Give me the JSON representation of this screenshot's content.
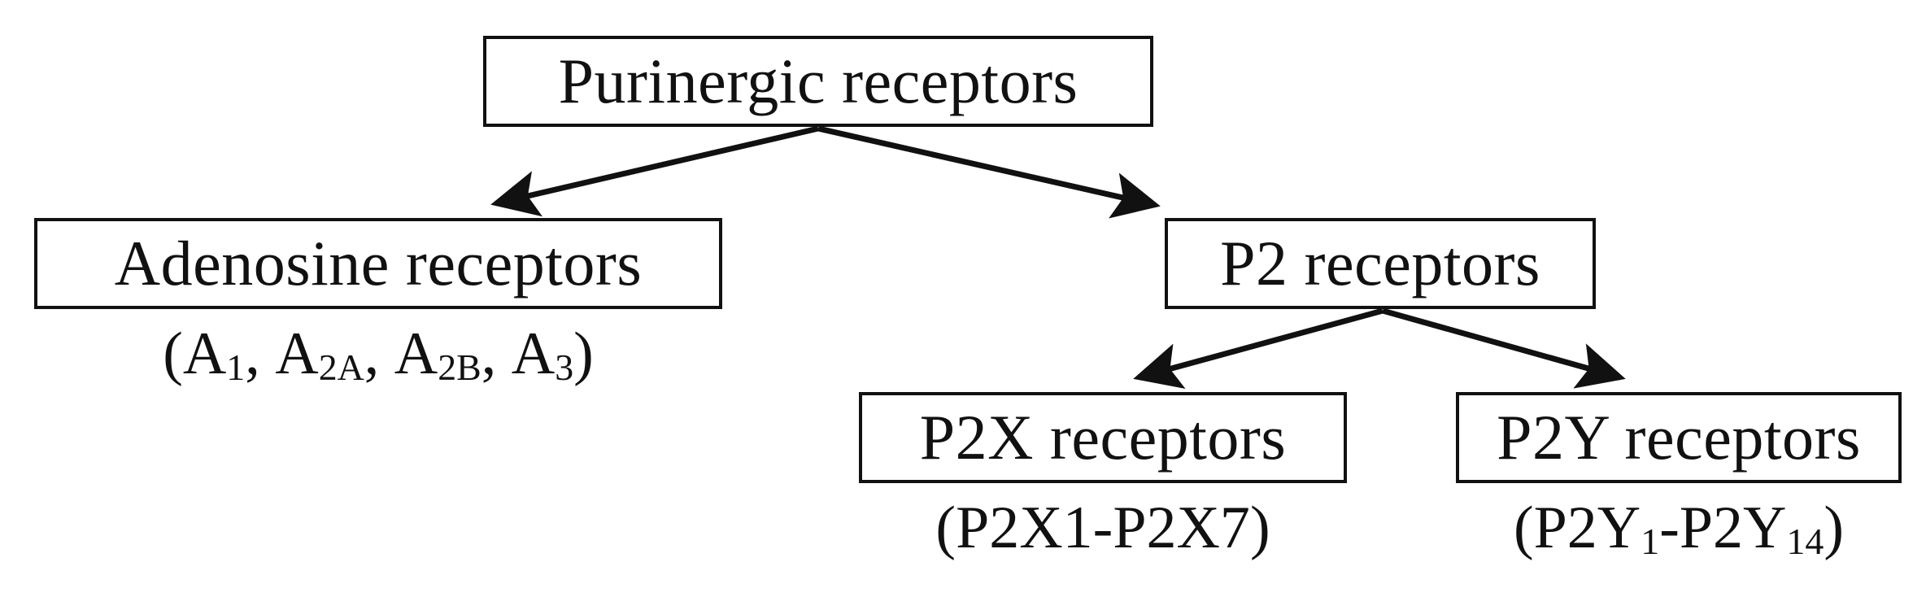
{
  "diagram": {
    "type": "hierarchy-tree",
    "title": "Purinergic receptors classification",
    "background_color": "#ffffff",
    "line_color": "#111111",
    "box_border_color": "#111111",
    "box_fill_color": "#ffffff",
    "text_color": "#111111"
  },
  "nodes": {
    "purinergic": {
      "label": "Purinergic receptors"
    },
    "adenosine": {
      "label": "Adenosine receptors",
      "sublabel_prefix": "(A",
      "subtypes": [
        {
          "base": "A",
          "sub": "1"
        },
        {
          "base": "A",
          "sub": "2A"
        },
        {
          "base": "A",
          "sub": "2B"
        },
        {
          "base": "A",
          "sub": "3"
        }
      ],
      "sublabel_text": "(A1, A2A, A2B, A3)"
    },
    "p2": {
      "label": "P2 receptors"
    },
    "p2x": {
      "label": "P2X receptors",
      "sublabel_open": "(",
      "range_start": "P2X1",
      "range_dash": "-",
      "range_end": "P2X7",
      "sublabel_close": ")",
      "sublabel_text": "(P2X1-P2X7)"
    },
    "p2y": {
      "label": "P2Y receptors",
      "sublabel_open": "(",
      "range_start_base": "P2Y",
      "range_start_sub": "1",
      "range_dash": "-",
      "range_end_base": "P2Y",
      "range_end_sub": "14",
      "sublabel_close": ")",
      "sublabel_text": "(P2Y1-P2Y14)"
    }
  },
  "edges": [
    {
      "from": "purinergic",
      "to": "adenosine",
      "arrow": "filled-triangle"
    },
    {
      "from": "purinergic",
      "to": "p2",
      "arrow": "filled-triangle"
    },
    {
      "from": "p2",
      "to": "p2x",
      "arrow": "filled-triangle"
    },
    {
      "from": "p2",
      "to": "p2y",
      "arrow": "filled-triangle"
    }
  ]
}
